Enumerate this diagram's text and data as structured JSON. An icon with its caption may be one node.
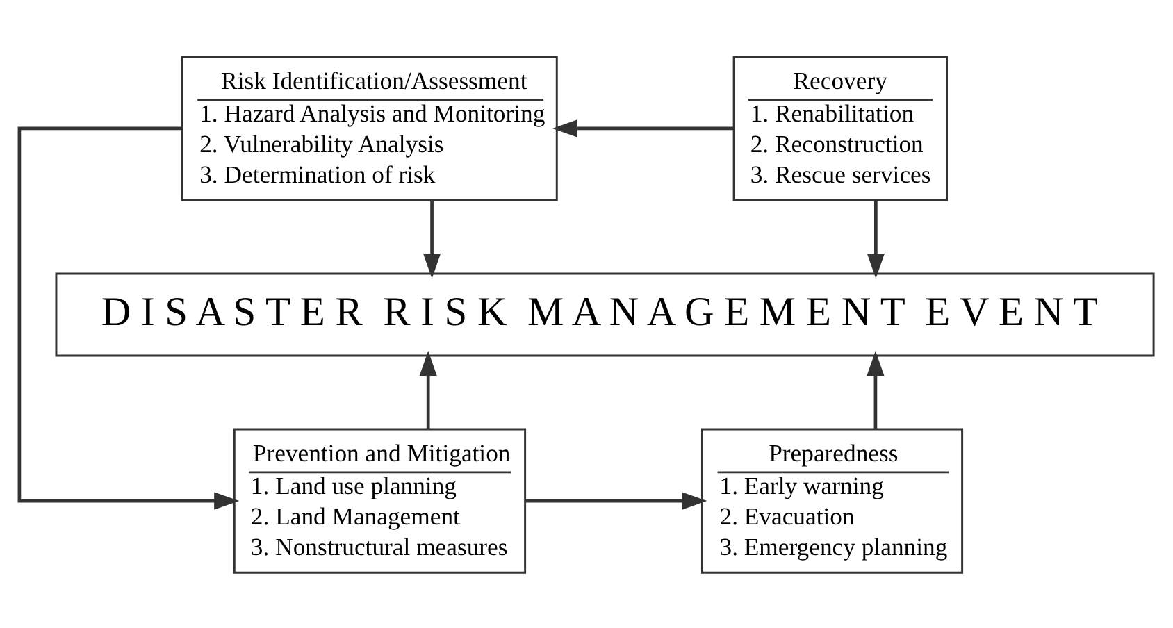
{
  "diagram": {
    "nodes": [
      {
        "text": [
          "Risk Identification/Assessment",
          "1. Hazard Analysis and Monitoring",
          "2. Vulnerability Analysis",
          "3. Determination of risk"
        ]
      },
      {
        "text": [
          "Recovery",
          "1. Renabilitation",
          "2. Reconstruction",
          "3. Rescue services"
        ]
      },
      {
        "text": [
          "D I S A S T E R  R I S K  M A N A G E M E N T  E V E N T"
        ]
      },
      {
        "text": [
          "Prevention and Mitigation",
          "1. Land use planning",
          "2. Land Management",
          "3. Nonstructural measures"
        ]
      },
      {
        "text": [
          "Preparedness",
          "1. Early warning",
          "2. Evacuation",
          "3. Emergency planning"
        ]
      }
    ],
    "edges": [
      {
        "from": 1,
        "to": 0,
        "arrow": "to"
      },
      {
        "from": 0,
        "to": 2,
        "arrow": "to"
      },
      {
        "from": 1,
        "to": 2,
        "arrow": "to"
      },
      {
        "from": 0,
        "to": 3,
        "arrow": "to"
      },
      {
        "from": 3,
        "to": 2,
        "arrow": "to"
      },
      {
        "from": 3,
        "to": 4,
        "arrow": "to"
      },
      {
        "from": 4,
        "to": 2,
        "arrow": "to"
      }
    ]
  }
}
